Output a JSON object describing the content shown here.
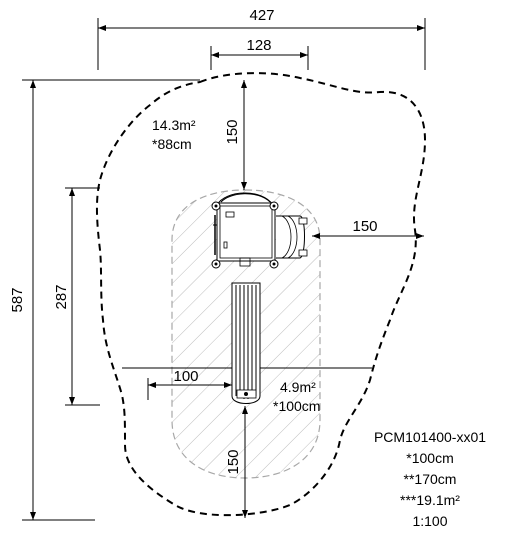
{
  "dimensions": {
    "total_width": "427",
    "platform_width": "128",
    "top_clearance": "150",
    "total_height": "587",
    "inner_height": "287",
    "side_clearance": "150",
    "left_offset": "100",
    "bottom_clearance": "150"
  },
  "areas": {
    "outer_area": "14.3m²",
    "outer_fall_height": "*88cm",
    "inner_area": "4.9m²",
    "inner_fall_height": "*100cm"
  },
  "info": {
    "product_code": "PCM101400-xx01",
    "line1": "*100cm",
    "line2": "**170cm",
    "line3": "***19.1m²",
    "scale": "1:100"
  },
  "colors": {
    "outline": "#000000",
    "inner_zone": "#a8a8a8"
  }
}
